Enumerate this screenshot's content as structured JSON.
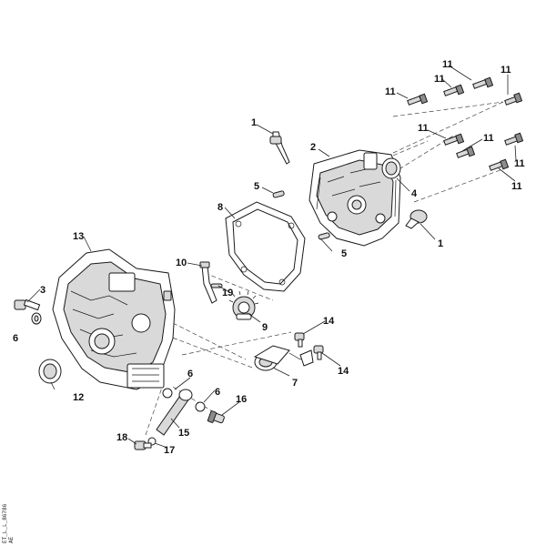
{
  "diagram": {
    "callouts": [
      {
        "id": "c1a",
        "text": "1"
      },
      {
        "id": "c1b",
        "text": "1"
      },
      {
        "id": "c2",
        "text": "2"
      },
      {
        "id": "c3",
        "text": "3"
      },
      {
        "id": "c4",
        "text": "4"
      },
      {
        "id": "c5a",
        "text": "5"
      },
      {
        "id": "c5b",
        "text": "5"
      },
      {
        "id": "c6a",
        "text": "6"
      },
      {
        "id": "c6b",
        "text": "6"
      },
      {
        "id": "c6c",
        "text": "6"
      },
      {
        "id": "c7",
        "text": "7"
      },
      {
        "id": "c8",
        "text": "8"
      },
      {
        "id": "c9",
        "text": "9"
      },
      {
        "id": "c10",
        "text": "10"
      },
      {
        "id": "c11a",
        "text": "11"
      },
      {
        "id": "c11b",
        "text": "11"
      },
      {
        "id": "c11c",
        "text": "11"
      },
      {
        "id": "c11d",
        "text": "11"
      },
      {
        "id": "c11e",
        "text": "11"
      },
      {
        "id": "c11f",
        "text": "11"
      },
      {
        "id": "c11g",
        "text": "11"
      },
      {
        "id": "c11h",
        "text": "11"
      },
      {
        "id": "c12",
        "text": "12"
      },
      {
        "id": "c13",
        "text": "13"
      },
      {
        "id": "c14a",
        "text": "14"
      },
      {
        "id": "c14b",
        "text": "14"
      },
      {
        "id": "c15",
        "text": "15"
      },
      {
        "id": "c16",
        "text": "16"
      },
      {
        "id": "c17",
        "text": "17"
      },
      {
        "id": "c18",
        "text": "18"
      },
      {
        "id": "c19",
        "text": "19"
      }
    ],
    "side_reference": {
      "line1": "ET_L_L_86786",
      "line2": "AE"
    }
  }
}
